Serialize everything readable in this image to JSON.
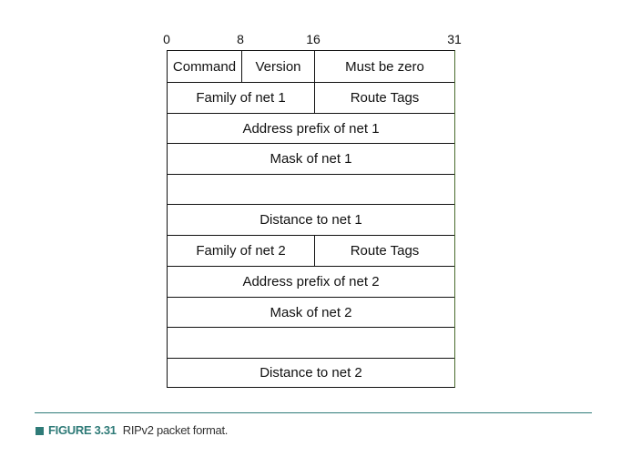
{
  "bit_labels": [
    "0",
    "8",
    "16",
    "31"
  ],
  "rows": [
    {
      "cells": [
        "Command",
        "Version",
        "Must be zero"
      ]
    },
    {
      "cells": [
        "Family of net 1",
        "Route Tags"
      ]
    },
    {
      "cells": [
        "Address prefix of net 1"
      ]
    },
    {
      "cells": [
        "Mask of net 1"
      ]
    },
    {
      "cells": [
        ""
      ]
    },
    {
      "cells": [
        "Distance to net 1"
      ]
    },
    {
      "cells": [
        "Family of net 2",
        "Route Tags"
      ]
    },
    {
      "cells": [
        "Address prefix of net 2"
      ]
    },
    {
      "cells": [
        "Mask of net 2"
      ]
    },
    {
      "cells": [
        ""
      ]
    },
    {
      "cells": [
        "Distance to net 2"
      ]
    }
  ],
  "caption": {
    "label": "FIGURE 3.31",
    "text": "RIPv2 packet format."
  },
  "colors": {
    "accent": "#2f7b78",
    "line": "#111111"
  }
}
